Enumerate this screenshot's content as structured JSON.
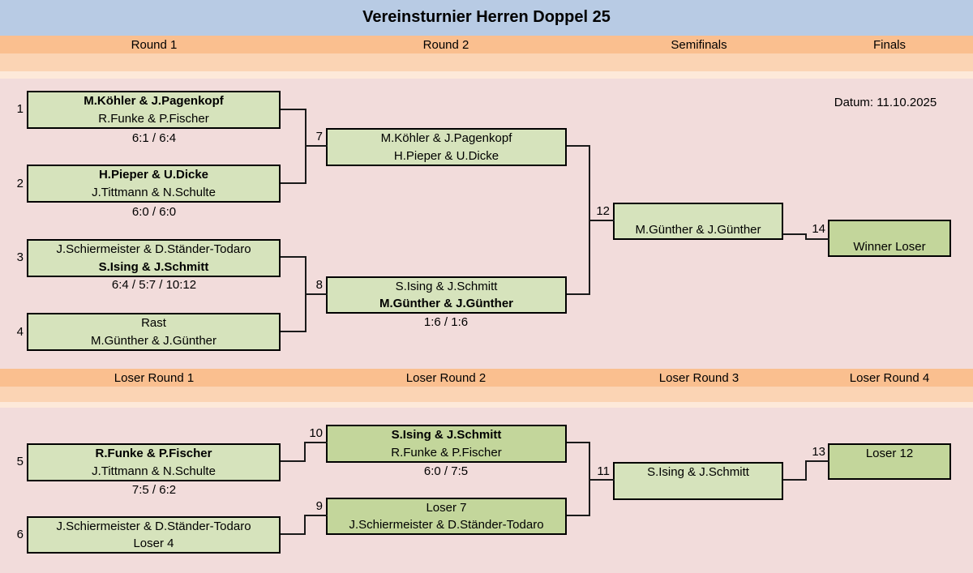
{
  "title": "Vereinsturnier Herren Doppel 25",
  "date_label": "Datum: 11.10.2025",
  "headers": {
    "top": [
      "Round 1",
      "Round 2",
      "Semifinals",
      "Finals"
    ],
    "loser": [
      "Loser Round 1",
      "Loser Round 2",
      "Loser Round 3",
      "Loser Round 4"
    ]
  },
  "colors": {
    "title_band": "#b8cbe4",
    "header_band": "#fabf8f",
    "subheader_band": "#fbd4b4",
    "pale_band": "#fde9d9",
    "background": "#f2dcdb",
    "box_light": "#d6e3bc",
    "box_dark": "#c3d69b",
    "line": "#1a1a1a"
  },
  "matches": {
    "m1": {
      "number": "1",
      "team1": "M.Köhler & J.Pagenkopf",
      "team1_bold": true,
      "team2": "R.Funke & P.Fischer",
      "score": "6:1 / 6:4"
    },
    "m2": {
      "number": "2",
      "team1": "H.Pieper & U.Dicke",
      "team1_bold": true,
      "team2": "J.Tittmann & N.Schulte",
      "score": "6:0 / 6:0"
    },
    "m3": {
      "number": "3",
      "team1": "J.Schiermeister & D.Ständer-Todaro",
      "team2": "S.Ising & J.Schmitt",
      "team2_bold": true,
      "score": "6:4 / 5:7 / 10:12"
    },
    "m4": {
      "number": "4",
      "team1": "Rast",
      "team2": "M.Günther & J.Günther"
    },
    "m5": {
      "number": "5",
      "team1": "R.Funke & P.Fischer",
      "team1_bold": true,
      "team2": "J.Tittmann & N.Schulte",
      "score": "7:5 / 6:2"
    },
    "m6": {
      "number": "6",
      "team1": "J.Schiermeister & D.Ständer-Todaro",
      "team2": "Loser 4"
    },
    "m7": {
      "number": "7",
      "team1": "M.Köhler & J.Pagenkopf",
      "team2": "H.Pieper & U.Dicke"
    },
    "m8": {
      "number": "8",
      "team1": "S.Ising & J.Schmitt",
      "team2": "M.Günther & J.Günther",
      "team2_bold": true,
      "score": "1:6 / 1:6"
    },
    "m9": {
      "number": "9",
      "team1": "Loser 7",
      "team2": "J.Schiermeister & D.Ständer-Todaro"
    },
    "m10": {
      "number": "10",
      "team1": "S.Ising & J.Schmitt",
      "team1_bold": true,
      "team2": "R.Funke & P.Fischer",
      "score": "6:0 / 7:5"
    },
    "m11": {
      "number": "11",
      "team1": "S.Ising & J.Schmitt",
      "team2": ""
    },
    "m12": {
      "number": "12",
      "team1": "",
      "team2": "M.Günther & J.Günther"
    },
    "m13": {
      "number": "13",
      "team1": "Loser 12",
      "team2": ""
    },
    "m14": {
      "number": "14",
      "team1": "",
      "team2": "Winner Loser"
    }
  }
}
